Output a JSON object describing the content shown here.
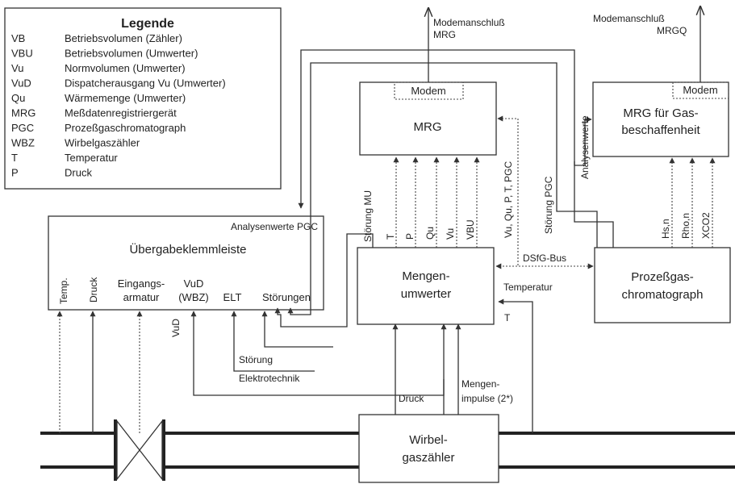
{
  "legend": {
    "title": "Legende",
    "items": [
      {
        "abbr": "VB",
        "desc": "Betriebsvolumen (Zähler)"
      },
      {
        "abbr": "VBU",
        "desc": "Betriebsvolumen (Umwerter)"
      },
      {
        "abbr": "Vu",
        "desc": "Normvolumen (Umwerter)"
      },
      {
        "abbr": "VuD",
        "desc": "Dispatcherausgang Vu (Umwerter)"
      },
      {
        "abbr": "Qu",
        "desc": "Wärmemenge (Umwerter)"
      },
      {
        "abbr": "MRG",
        "desc": "Meßdatenregistriergerät"
      },
      {
        "abbr": "PGC",
        "desc": "Prozeßgaschromatograph"
      },
      {
        "abbr": "WBZ",
        "desc": "Wirbelgaszähler"
      },
      {
        "abbr": "T",
        "desc": "Temperatur"
      },
      {
        "abbr": "P",
        "desc": "Druck"
      }
    ]
  },
  "blocks": {
    "mrg": {
      "title": "MRG",
      "modem": "Modem"
    },
    "mrg_gas": {
      "line1": "MRG für Gas-",
      "line2": "beschaffenheit",
      "modem": "Modem"
    },
    "klemmleiste": {
      "title": "Übergabeklemmleiste",
      "analysis": "Analysenwerte PGC",
      "temp": "Temp.",
      "druck": "Druck",
      "eingang1": "Eingangs-",
      "eingang2": "armatur",
      "vud1": "VuD",
      "vud2": "(WBZ)",
      "elt": "ELT",
      "stoerungen": "Störungen"
    },
    "umwerter": {
      "line1": "Mengen-",
      "line2": "umwerter"
    },
    "pgc": {
      "line1": "Prozeßgas-",
      "line2": "chromatograph"
    },
    "wirbel": {
      "line1": "Wirbel-",
      "line2": "gaszähler"
    }
  },
  "labels": {
    "modem_mrg_1": "Modemanschluß",
    "modem_mrg_2": "MRG",
    "modem_mrgq_1": "Modemanschluß",
    "modem_mrgq_2": "MRGQ",
    "analysenwerte": "Analysenwerte",
    "stoerung_pgc": "Störung PGC",
    "stoerung_mu": "Störung MU",
    "sig_t": "T",
    "sig_p": "P",
    "sig_qu": "Qu",
    "sig_vu": "Vu",
    "sig_vbu": "VBU",
    "bus_signals": "Vu, Qu, P, T, PGC",
    "dsfg_bus": "DSfG-Bus",
    "temperatur": "Temperatur",
    "t_input": "T",
    "hsn": "Hs,n",
    "rhon": "Rho,n",
    "xco2": "XCO2",
    "vud_vertical": "VuD",
    "stoerung": "Störung",
    "elektrotechnik": "Elektrotechnik",
    "druck": "Druck",
    "mengenimpulse_1": "Mengen-",
    "mengenimpulse_2": "impulse (2*)"
  }
}
